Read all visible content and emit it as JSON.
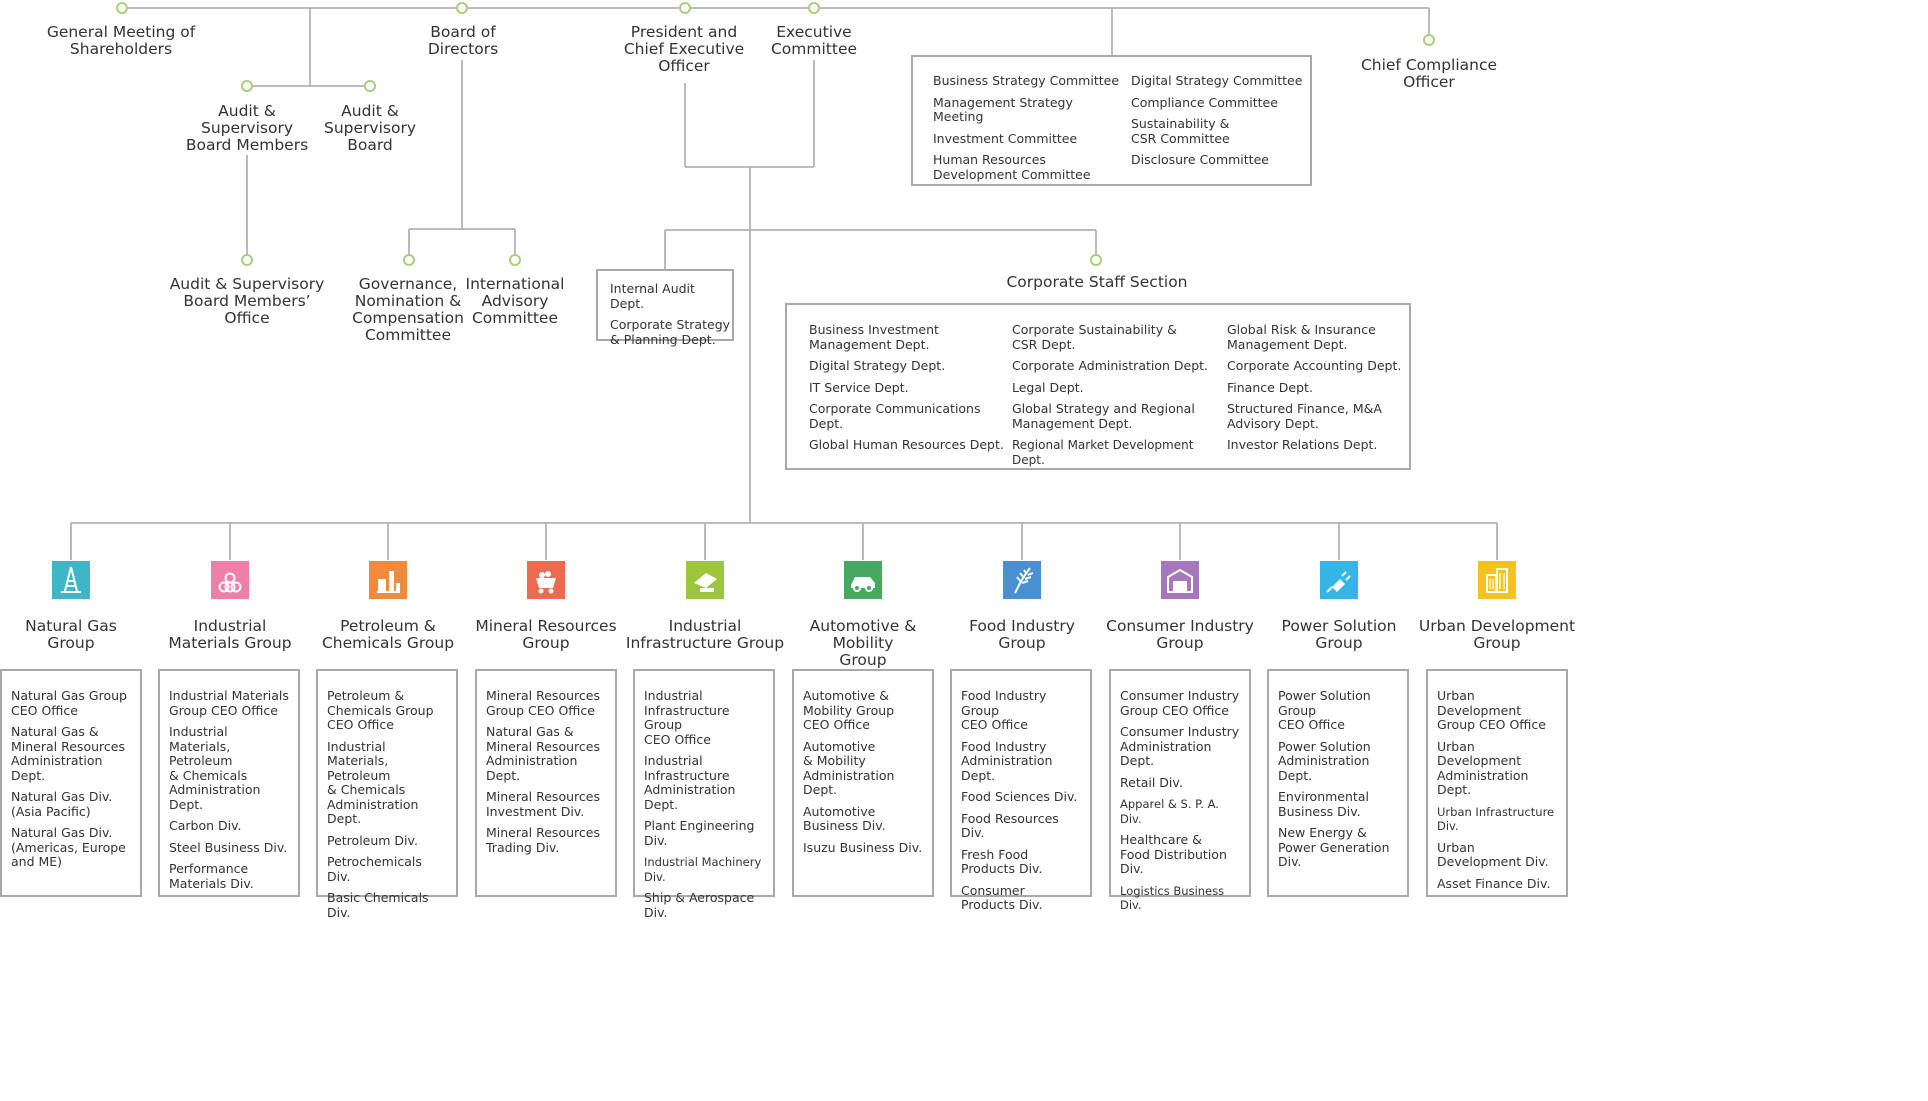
{
  "colors": {
    "line": "#a6a6a6",
    "node": "#a7cf7d",
    "box_border": "#a9a9a9"
  },
  "top_nodes": {
    "shareholders": "General Meeting of\nShareholders",
    "board": "Board of\nDirectors",
    "ceo": "President and\nChief Executive\nOfficer",
    "exec": "Executive\nCommittee",
    "cco": "Chief Compliance\nOfficer",
    "audit_members": "Audit &\nSupervisory\nBoard Members",
    "audit_board": "Audit &\nSupervisory\nBoard",
    "audit_office": "Audit & Supervisory\nBoard Members’\nOffice",
    "governance": "Governance,\nNomination &\nCompensation\nCommittee",
    "advisory": "International\nAdvisory\nCommittee",
    "corporate_staff": "Corporate Staff Section"
  },
  "committees": {
    "left": [
      "Business Strategy Committee",
      "Management Strategy Meeting",
      "Investment Committee",
      "Human Resources\nDevelopment Committee"
    ],
    "right": [
      "Digital Strategy Committee",
      "Compliance Committee",
      "Sustainability &\nCSR Committee",
      "Disclosure Committee"
    ]
  },
  "internal_audit": [
    "Internal Audit Dept.",
    "Corporate Strategy\n& Planning Dept."
  ],
  "staff_depts": {
    "col1": [
      "Business Investment\nManagement Dept.",
      "Digital Strategy Dept.",
      "IT Service Dept.",
      "Corporate Communications Dept.",
      "Global Human Resources Dept."
    ],
    "col2": [
      "Corporate Sustainability &\nCSR Dept.",
      "Corporate Administration Dept.",
      "Legal Dept.",
      "Global Strategy and Regional\nManagement Dept.",
      "Regional Market Development Dept."
    ],
    "col3": [
      "Global Risk & Insurance\nManagement Dept.",
      "Corporate Accounting Dept.",
      "Finance Dept.",
      "Structured Finance, M&A\nAdvisory Dept.",
      "Investor Relations Dept."
    ]
  },
  "groups": [
    {
      "title": "Natural Gas\nGroup",
      "icon": "oil-rig-icon",
      "color": "#3fb6c7",
      "items": [
        "Natural Gas Group\nCEO Office",
        "Natural Gas &\nMineral Resources\nAdministration Dept.",
        "Natural Gas Div.\n(Asia Pacific)",
        "Natural Gas Div.\n(Americas, Europe\nand ME)"
      ]
    },
    {
      "title": "Industrial\nMaterials Group",
      "icon": "pipes-icon",
      "color": "#ef7fa6",
      "items": [
        "Industrial Materials\nGroup CEO Office",
        "Industrial Materials,\nPetroleum\n& Chemicals\nAdministration Dept.",
        "Carbon Div.",
        "Steel Business Div.",
        "Performance\nMaterials Div."
      ]
    },
    {
      "title": "Petroleum &\nChemicals Group",
      "icon": "refinery-icon",
      "color": "#f08a3c",
      "items": [
        "Petroleum &\nChemicals Group\nCEO Office",
        "Industrial Materials,\nPetroleum\n& Chemicals\nAdministration Dept.",
        "Petroleum Div.",
        "Petrochemicals Div.",
        "Basic Chemicals Div."
      ]
    },
    {
      "title": "Mineral Resources\nGroup",
      "icon": "mine-cart-icon",
      "color": "#ec6a4e",
      "items": [
        "Mineral Resources\nGroup CEO Office",
        "Natural Gas &\nMineral Resources\nAdministration Dept.",
        "Mineral Resources\nInvestment Div.",
        "Mineral Resources\nTrading Div."
      ]
    },
    {
      "title": "Industrial\nInfrastructure Group",
      "icon": "machinery-icon",
      "color": "#9cc63e",
      "items": [
        "Industrial\nInfrastructure Group\nCEO Office",
        "Industrial\nInfrastructure\nAdministration Dept.",
        "Plant Engineering Div.",
        "Industrial Machinery Div.",
        "Ship & Aerospace Div."
      ]
    },
    {
      "title": "Automotive & Mobility\nGroup",
      "icon": "car-icon",
      "color": "#47a860",
      "items": [
        "Automotive &\nMobility Group\nCEO Office",
        "Automotive\n& Mobility\nAdministration Dept.",
        "Automotive\nBusiness Div.",
        "Isuzu Business Div."
      ]
    },
    {
      "title": "Food Industry\nGroup",
      "icon": "wheat-icon",
      "color": "#4a8fd1",
      "items": [
        "Food Industry Group\nCEO Office",
        "Food Industry\nAdministration Dept.",
        "Food Sciences Div.",
        "Food Resources Div.",
        "Fresh Food\nProducts Div.",
        "Consumer Products Div."
      ]
    },
    {
      "title": "Consumer Industry\nGroup",
      "icon": "store-icon",
      "color": "#a777bd",
      "items": [
        "Consumer Industry\nGroup CEO Office",
        "Consumer Industry\nAdministration Dept.",
        "Retail Div.",
        "Apparel & S. P. A. Div.",
        "Healthcare &\nFood Distribution Div.",
        "Logistics Business Div."
      ]
    },
    {
      "title": "Power Solution\nGroup",
      "icon": "plug-icon",
      "color": "#34b5e5",
      "items": [
        "Power Solution Group\nCEO Office",
        "Power Solution\nAdministration Dept.",
        "Environmental\nBusiness Div.",
        "New Energy &\nPower Generation Div."
      ]
    },
    {
      "title": "Urban Development\nGroup",
      "icon": "buildings-icon",
      "color": "#f5c21b",
      "items": [
        "Urban Development\nGroup CEO Office",
        "Urban Development\nAdministration Dept.",
        "Urban Infrastructure Div.",
        "Urban Development Div.",
        "Asset Finance Div."
      ]
    }
  ]
}
